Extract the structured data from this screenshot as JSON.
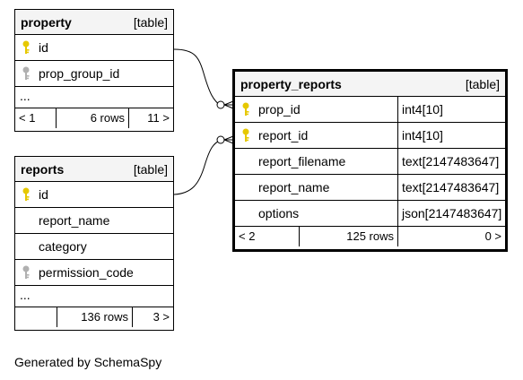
{
  "tables": {
    "property": {
      "name": "property",
      "kind": "[table]",
      "columns": [
        {
          "name": "id",
          "key": "primary"
        },
        {
          "name": "prop_group_id",
          "key": "foreign"
        }
      ],
      "ellipsis": "...",
      "footer": {
        "parents": "< 1",
        "rows": "6 rows",
        "children": "11 >"
      }
    },
    "reports": {
      "name": "reports",
      "kind": "[table]",
      "columns": [
        {
          "name": "id",
          "key": "primary"
        },
        {
          "name": "report_name",
          "key": "none"
        },
        {
          "name": "category",
          "key": "none"
        },
        {
          "name": "permission_code",
          "key": "foreign"
        }
      ],
      "ellipsis": "...",
      "footer": {
        "parents": "",
        "rows": "136 rows",
        "children": "3 >"
      }
    },
    "property_reports": {
      "name": "property_reports",
      "kind": "[table]",
      "columns": [
        {
          "name": "prop_id",
          "type": "int4[10]",
          "key": "primary"
        },
        {
          "name": "report_id",
          "type": "int4[10]",
          "key": "primary"
        },
        {
          "name": "report_filename",
          "type": "text[2147483647]",
          "key": "none"
        },
        {
          "name": "report_name",
          "type": "text[2147483647]",
          "key": "none"
        },
        {
          "name": "options",
          "type": "json[2147483647]",
          "key": "none"
        }
      ],
      "footer": {
        "parents": "< 2",
        "rows": "125 rows",
        "children": "0 >"
      }
    }
  },
  "relationships": [
    {
      "from": "property.id",
      "to": "property_reports.prop_id"
    },
    {
      "from": "reports.id",
      "to": "property_reports.report_id"
    }
  ],
  "colors": {
    "primary_key": "#e6c800",
    "foreign_key": "#b0b0b0",
    "header_bg": "#f4f4f4"
  },
  "icons": {
    "primary_key": "key-icon",
    "foreign_key": "key-icon"
  },
  "caption": "Generated by SchemaSpy"
}
